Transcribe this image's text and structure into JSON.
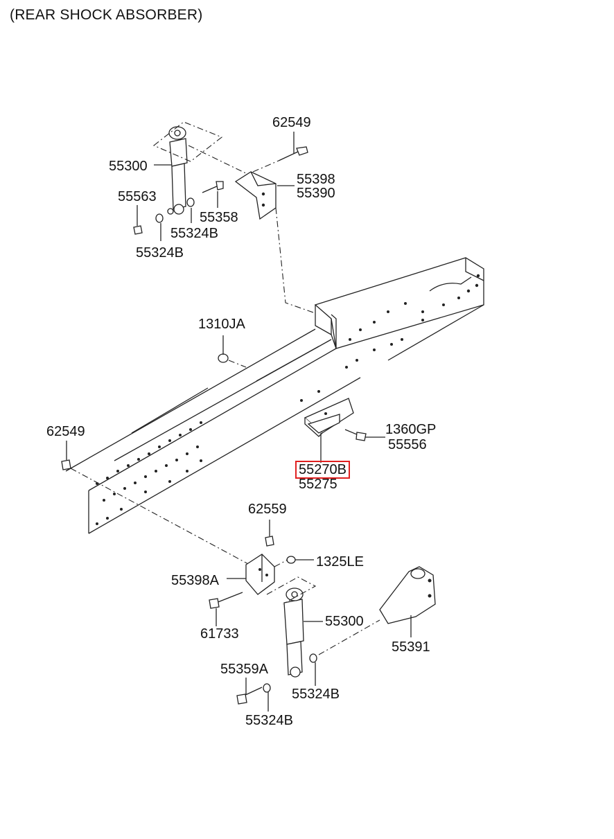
{
  "title": "(REAR SHOCK ABSORBER)",
  "labels": {
    "p62549_top": "62549",
    "p55300_top": "55300",
    "p55398": "55398",
    "p55390": "55390",
    "p55563": "55563",
    "p55358": "55358",
    "p55324B_a": "55324B",
    "p55324B_b": "55324B",
    "p1310JA": "1310JA",
    "p62549_left": "62549",
    "p1360GP": "1360GP",
    "p55556": "55556",
    "p55270B": "55270B",
    "p55275": "55275",
    "p62559": "62559",
    "p1325LE": "1325LE",
    "p55398A": "55398A",
    "p61733": "61733",
    "p55300_bottom": "55300",
    "p55391": "55391",
    "p55359A": "55359A",
    "p55324B_c": "55324B",
    "p55324B_d": "55324B"
  },
  "highlight_color": "#e02020"
}
